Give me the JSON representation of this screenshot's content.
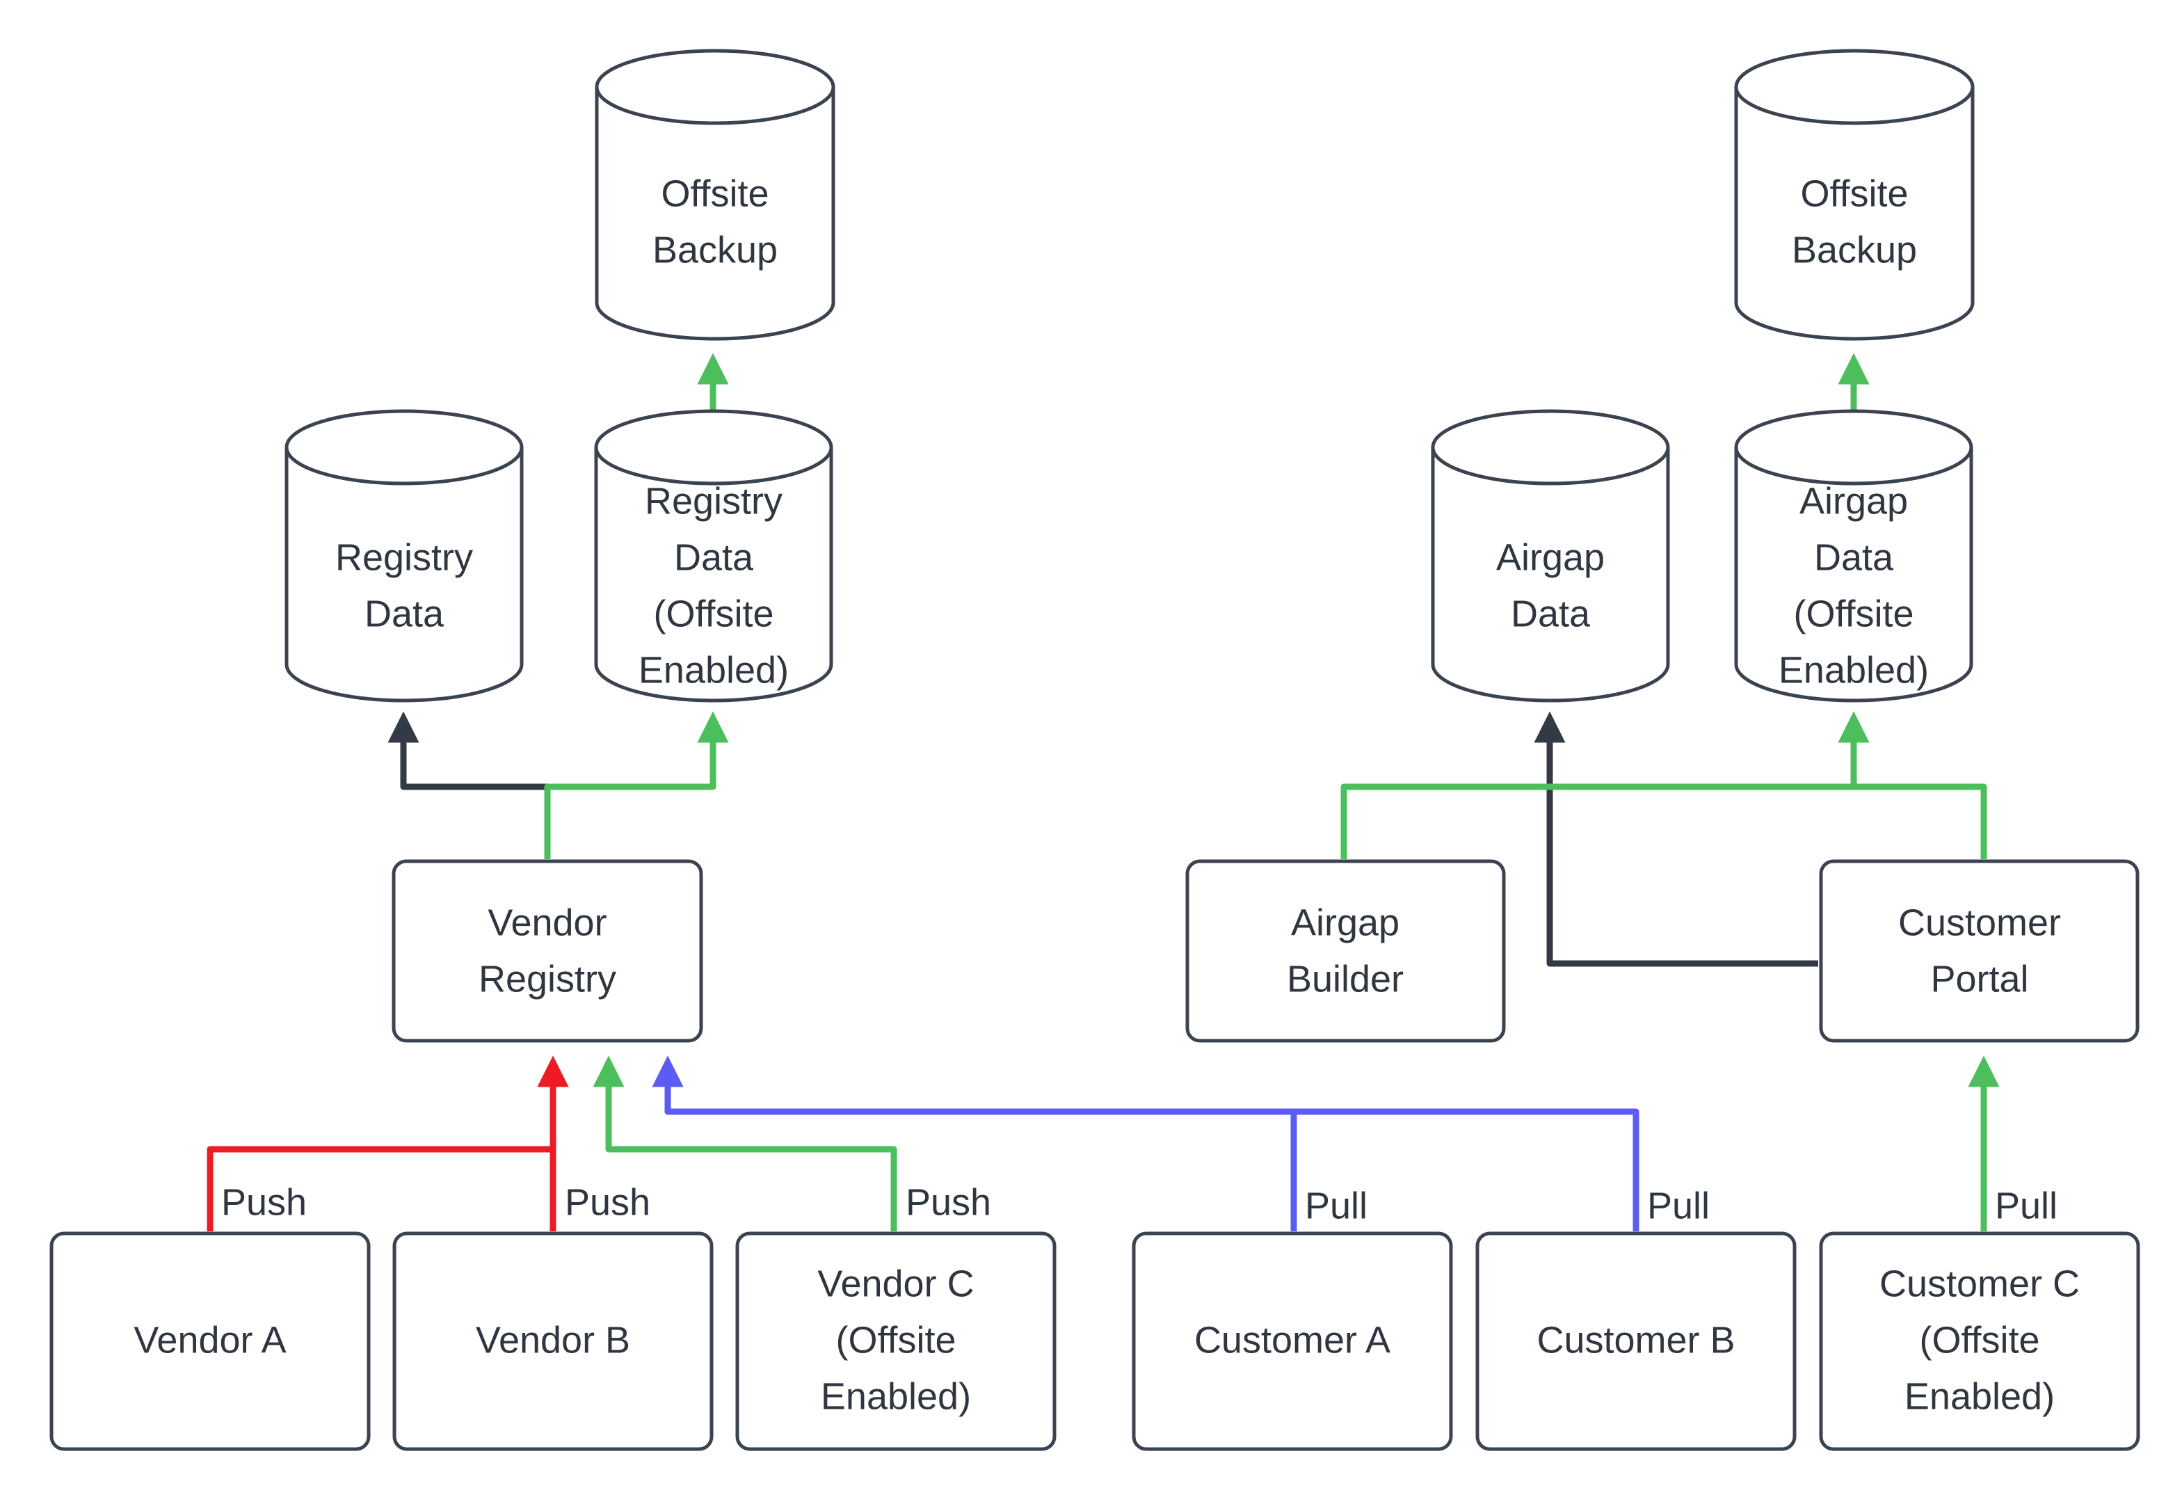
{
  "diagram": {
    "type": "flowchart",
    "background": "#ffffff",
    "colors": {
      "node_stroke": "#3b4350",
      "node_fill": "#ffffff",
      "text": "#2f3640",
      "edge_default": "#333a45",
      "edge_green": "#4CBF5C",
      "edge_red": "#ED1C24",
      "edge_purple": "#5C5CF5"
    },
    "nodes": [
      {
        "id": "offsite-backup-left",
        "label": "Offsite\nBackup",
        "shape": "cylinder"
      },
      {
        "id": "registry-data",
        "label": "Registry\nData",
        "shape": "cylinder"
      },
      {
        "id": "registry-data-offsite",
        "label": "Registry\nData\n(Offsite\nEnabled)",
        "shape": "cylinder"
      },
      {
        "id": "vendor-registry",
        "label": "Vendor\nRegistry",
        "shape": "rect"
      },
      {
        "id": "vendor-a",
        "label": "Vendor A",
        "shape": "rect"
      },
      {
        "id": "vendor-b",
        "label": "Vendor B",
        "shape": "rect"
      },
      {
        "id": "vendor-c",
        "label": "Vendor C\n(Offsite\nEnabled)",
        "shape": "rect"
      },
      {
        "id": "offsite-backup-right",
        "label": "Offsite\nBackup",
        "shape": "cylinder"
      },
      {
        "id": "airgap-data",
        "label": "Airgap\nData",
        "shape": "cylinder"
      },
      {
        "id": "airgap-data-offsite",
        "label": "Airgap\nData\n(Offsite\nEnabled)",
        "shape": "cylinder"
      },
      {
        "id": "airgap-builder",
        "label": "Airgap\nBuilder",
        "shape": "rect"
      },
      {
        "id": "customer-portal",
        "label": "Customer\nPortal",
        "shape": "rect"
      },
      {
        "id": "customer-a",
        "label": "Customer A",
        "shape": "rect"
      },
      {
        "id": "customer-b",
        "label": "Customer B",
        "shape": "rect"
      },
      {
        "id": "customer-c",
        "label": "Customer C\n(Offsite\nEnabled)",
        "shape": "rect"
      }
    ],
    "node_labels": {
      "offsite_backup_left_l1": "Offsite",
      "offsite_backup_left_l2": "Backup",
      "registry_data_l1": "Registry",
      "registry_data_l2": "Data",
      "registry_data_offsite_l1": "Registry",
      "registry_data_offsite_l2": "Data",
      "registry_data_offsite_l3": "(Offsite",
      "registry_data_offsite_l4": "Enabled)",
      "vendor_registry_l1": "Vendor",
      "vendor_registry_l2": "Registry",
      "vendor_a": "Vendor A",
      "vendor_b": "Vendor B",
      "vendor_c_l1": "Vendor C",
      "vendor_c_l2": "(Offsite",
      "vendor_c_l3": "Enabled)",
      "offsite_backup_right_l1": "Offsite",
      "offsite_backup_right_l2": "Backup",
      "airgap_data_l1": "Airgap",
      "airgap_data_l2": "Data",
      "airgap_data_offsite_l1": "Airgap",
      "airgap_data_offsite_l2": "Data",
      "airgap_data_offsite_l3": "(Offsite",
      "airgap_data_offsite_l4": "Enabled)",
      "airgap_builder_l1": "Airgap",
      "airgap_builder_l2": "Builder",
      "customer_portal_l1": "Customer",
      "customer_portal_l2": "Portal",
      "customer_a": "Customer A",
      "customer_b": "Customer B",
      "customer_c_l1": "Customer C",
      "customer_c_l2": "(Offsite",
      "customer_c_l3": "Enabled)"
    },
    "edge_labels": {
      "push_1": "Push",
      "push_2": "Push",
      "push_3": "Push",
      "pull_1": "Pull",
      "pull_2": "Pull",
      "pull_3": "Pull"
    },
    "edges": [
      {
        "from": "registry-data-offsite",
        "to": "offsite-backup-left",
        "color": "#4CBF5C",
        "label": ""
      },
      {
        "from": "vendor-registry",
        "to": "registry-data",
        "color": "#333a45",
        "label": ""
      },
      {
        "from": "vendor-registry",
        "to": "registry-data-offsite",
        "color": "#4CBF5C",
        "label": ""
      },
      {
        "from": "vendor-a",
        "to": "vendor-registry",
        "color": "#ED1C24",
        "label": "Push"
      },
      {
        "from": "vendor-b",
        "to": "vendor-registry",
        "color": "#ED1C24",
        "label": "Push"
      },
      {
        "from": "vendor-c",
        "to": "vendor-registry",
        "color": "#4CBF5C",
        "label": "Push"
      },
      {
        "from": "airgap-data-offsite",
        "to": "offsite-backup-right",
        "color": "#4CBF5C",
        "label": ""
      },
      {
        "from": "customer-portal",
        "to": "airgap-data",
        "color": "#333a45",
        "label": ""
      },
      {
        "from": "airgap-builder",
        "to": "airgap-data-offsite",
        "color": "#4CBF5C",
        "label": ""
      },
      {
        "from": "customer-portal",
        "to": "airgap-data-offsite",
        "color": "#4CBF5C",
        "label": ""
      },
      {
        "from": "customer-a",
        "to": "vendor-registry",
        "color": "#5C5CF5",
        "label": "Pull"
      },
      {
        "from": "customer-b",
        "to": "vendor-registry",
        "color": "#5C5CF5",
        "label": "Pull"
      },
      {
        "from": "customer-c",
        "to": "customer-portal",
        "color": "#4CBF5C",
        "label": "Pull"
      }
    ]
  }
}
